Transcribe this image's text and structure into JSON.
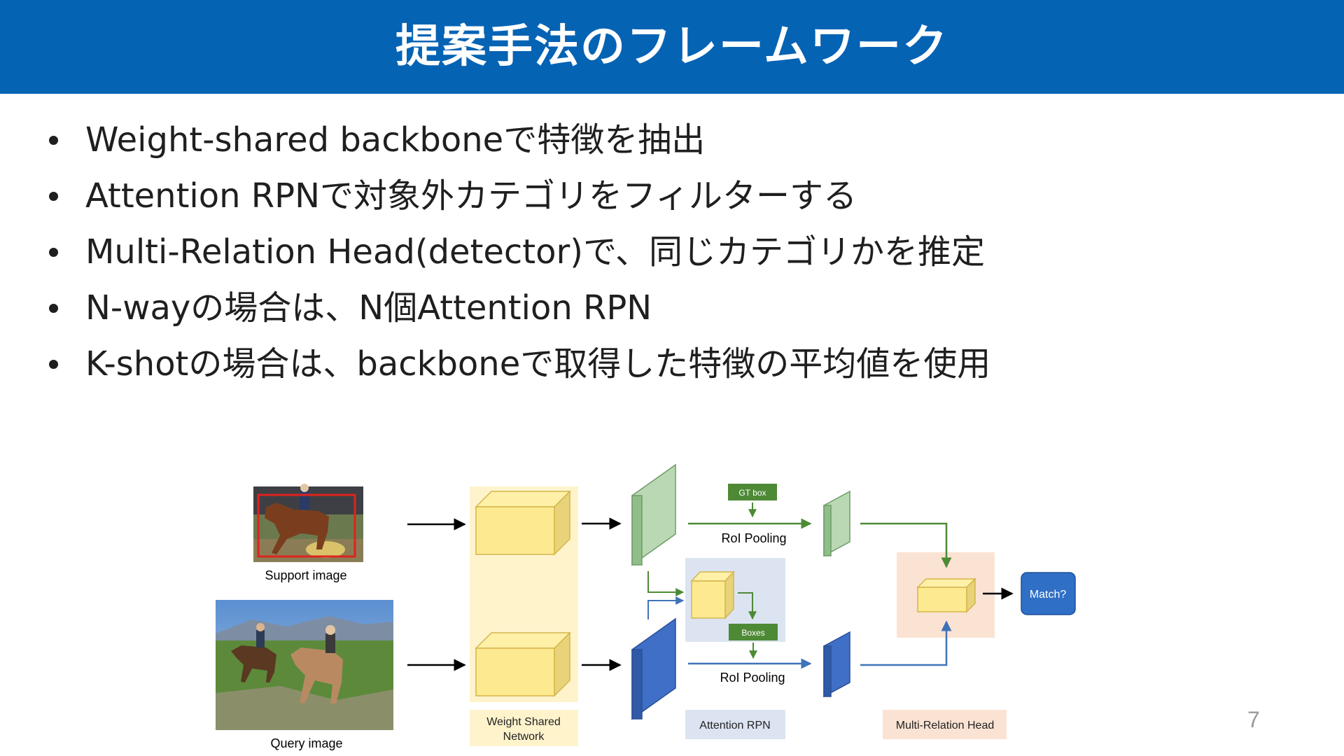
{
  "title": "提案手法のフレームワーク",
  "bullets": [
    "Weight-shared backboneで特徴を抽出",
    "Attention RPNで対象外カテゴリをフィルターする",
    "Multi-Relation Head(detector)で、同じカテゴリかを推定",
    "N-wayの場合は、N個Attention RPN",
    "K-shotの場合は、backboneで取得した特徴の平均値を使用"
  ],
  "diagram": {
    "support_image_label": "Support image",
    "query_image_label": "Query image",
    "weight_shared_network_label": [
      "Weight Shared",
      "Network"
    ],
    "gt_box_label": "GT box",
    "roi_pooling_top_label": "RoI Pooling",
    "roi_pooling_bottom_label": "RoI Pooling",
    "boxes_label": "Boxes",
    "attention_rpn_label": "Attention RPN",
    "multi_relation_head_label": "Multi-Relation Head",
    "match_label": "Match?",
    "colors": {
      "header_blue": "#0563b4",
      "backbone_yellow": "#fde990",
      "feature_green": "#9fc79a",
      "feature_blue": "#3a66bf",
      "gt_box_green": "#4e8a36",
      "attention_rpn_bg": "#dce4f2",
      "multi_relation_bg": "#fbe3d3",
      "match_blue": "#2f6fc6"
    }
  },
  "page_number": "7"
}
